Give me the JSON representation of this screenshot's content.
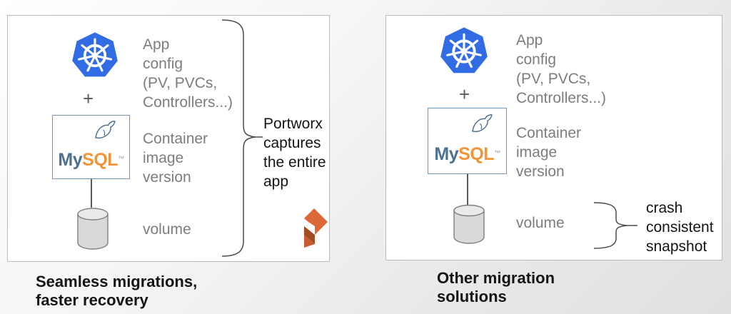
{
  "icons": {
    "kubernetes": "kubernetes-heptagon-helm-wheel",
    "mysql_dolphin": "mysql-dolphin-swoosh",
    "volume_cylinder": "database-cylinder",
    "portworx_mark": "portworx-folded-ribbon-arrow",
    "brace": "curly-brace"
  },
  "colors": {
    "kubernetes_blue": "#326CE5",
    "mysql_blue": "#4E7191",
    "mysql_orange": "#F29539",
    "mysql_box_border": "#7096B8",
    "portworx_orange": "#DC6838",
    "portworx_dark": "#A34B25",
    "portworx_mid": "#C85D31",
    "label_gray": "#7D7D7D",
    "annotation_black": "#141414",
    "cylinder_fill": "#D9D9D9",
    "cylinder_top": "#EAEAEA",
    "brace_gray": "#4A4A4A"
  },
  "left_panel": {
    "plus_sign": "+",
    "app_config_label": "App\nconfig\n(PV, PVCs,\nControllers...)",
    "mysql_wordmark": {
      "my": "My",
      "sql": "SQL",
      "tm": "™"
    },
    "container_label": "Container\nimage\nversion",
    "volume_label": "volume",
    "brace_annotation": "Portworx\ncaptures\nthe entire\napp",
    "caption": "Seamless migrations,\nfaster recovery"
  },
  "right_panel": {
    "plus_sign": "+",
    "app_config_label": "App\nconfig\n(PV, PVCs,\nControllers...)",
    "mysql_wordmark": {
      "my": "My",
      "sql": "SQL",
      "tm": "™"
    },
    "container_label": "Container\nimage\nversion",
    "volume_label": "volume",
    "brace_annotation": "crash\nconsistent\nsnapshot",
    "caption": "Other migration\nsolutions"
  }
}
